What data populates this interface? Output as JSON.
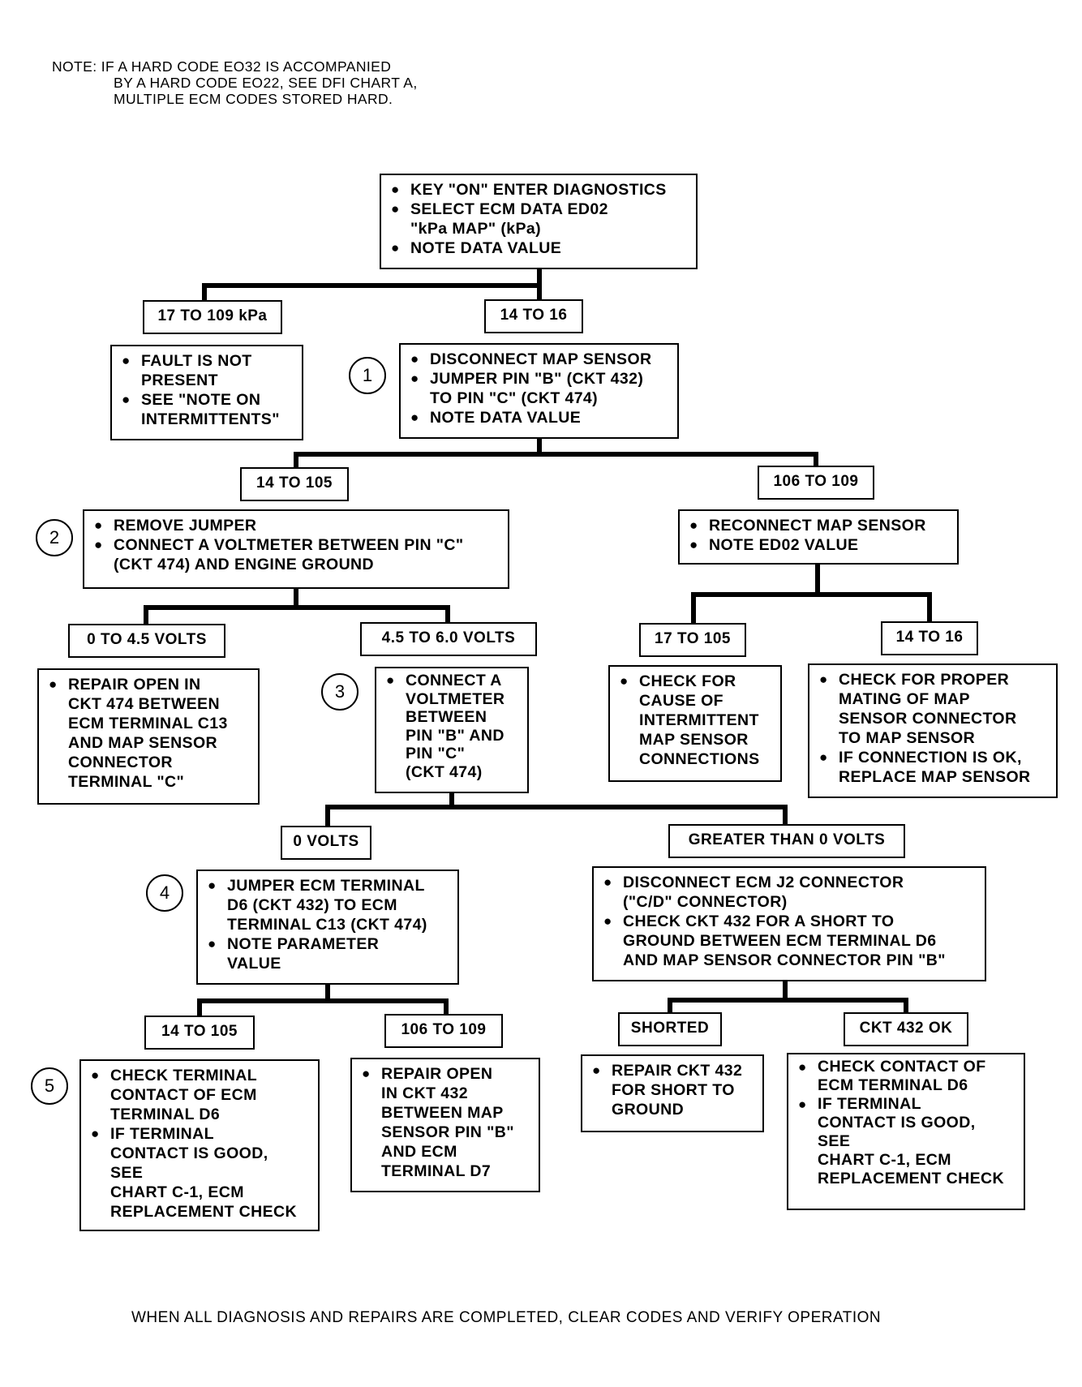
{
  "note": [
    "NOTE: IF A HARD CODE EO32 IS ACCOMPANIED",
    "BY A HARD CODE EO22, SEE DFI CHART A,",
    "MULTIPLE ECM CODES STORED HARD."
  ],
  "nodes": {
    "start": [
      "KEY \"ON\" ENTER DIAGNOSTICS",
      "SELECT ECM DATA ED02\n\"kPa MAP\" (kPa)",
      "NOTE DATA VALUE"
    ],
    "fault_not_present": [
      "FAULT IS NOT\nPRESENT",
      "SEE \"NOTE ON\nINTERMITTENTS\""
    ],
    "disconnect_map": [
      "DISCONNECT MAP SENSOR",
      "JUMPER PIN \"B\" (CKT 432)\nTO PIN \"C\" (CKT 474)",
      "NOTE DATA VALUE"
    ],
    "remove_jumper": [
      "REMOVE JUMPER",
      "CONNECT A VOLTMETER BETWEEN PIN \"C\"\n(CKT 474) AND ENGINE GROUND"
    ],
    "reconnect_map": [
      "RECONNECT MAP SENSOR",
      "NOTE ED02 VALUE"
    ],
    "repair_open_474": [
      "REPAIR OPEN IN\nCKT 474 BETWEEN\nECM TERMINAL C13\nAND MAP SENSOR\nCONNECTOR\nTERMINAL \"C\""
    ],
    "connect_voltmeter_b": [
      "CONNECT A\nVOLTMETER\nBETWEEN\nPIN \"B\" AND\nPIN \"C\"\n(CKT 474)"
    ],
    "check_intermittent": [
      "CHECK FOR\nCAUSE OF\nINTERMITTENT\nMAP SENSOR\nCONNECTIONS"
    ],
    "check_mating": [
      "CHECK FOR PROPER\nMATING OF MAP\nSENSOR CONNECTOR\nTO MAP SENSOR",
      "IF CONNECTION IS OK,\nREPLACE MAP SENSOR"
    ],
    "jumper_ecm": [
      "JUMPER ECM TERMINAL\nD6 (CKT  432) TO ECM\nTERMINAL C13 (CKT 474)",
      "NOTE PARAMETER\nVALUE"
    ],
    "disconnect_j2": [
      "DISCONNECT ECM J2 CONNECTOR\n(\"C/D\" CONNECTOR)",
      "CHECK CKT 432 FOR A SHORT TO\nGROUND BETWEEN ECM TERMINAL D6\nAND MAP SENSOR CONNECTOR PIN \"B\""
    ],
    "check_terminal_d6": [
      "CHECK TERMINAL\nCONTACT OF ECM\nTERMINAL D6",
      "IF TERMINAL\nCONTACT IS GOOD,\nSEE\nCHART C-1, ECM\nREPLACEMENT CHECK"
    ],
    "repair_open_432": [
      "REPAIR OPEN\nIN CKT 432\nBETWEEN MAP\nSENSOR PIN \"B\"\nAND ECM\nTERMINAL D7"
    ],
    "repair_short_432": [
      "REPAIR CKT 432\nFOR SHORT TO\nGROUND"
    ],
    "check_contact_d6": [
      "CHECK CONTACT OF\nECM TERMINAL D6",
      "IF TERMINAL\nCONTACT IS GOOD,\nSEE\nCHART C-1, ECM\nREPLACEMENT CHECK"
    ]
  },
  "labels": {
    "l_17_109": "17 TO 109 kPa",
    "l_14_16_a": "14 TO 16",
    "l_14_105_a": "14 TO 105",
    "l_106_109_a": "106 TO 109",
    "l_0_45v": "0 TO 4.5 VOLTS",
    "l_45_60v": "4.5 TO 6.0 VOLTS",
    "l_17_105": "17 TO 105",
    "l_14_16_b": "14 TO 16",
    "l_0v": "0 VOLTS",
    "l_gt0v": "GREATER THAN 0 VOLTS",
    "l_14_105_b": "14 TO 105",
    "l_106_109_b": "106 TO 109",
    "l_shorted": "SHORTED",
    "l_ckt432ok": "CKT 432 OK"
  },
  "steps": [
    "1",
    "2",
    "3",
    "4",
    "5"
  ],
  "footer": "WHEN ALL DIAGNOSIS AND REPAIRS ARE COMPLETED, CLEAR CODES AND VERIFY OPERATION"
}
